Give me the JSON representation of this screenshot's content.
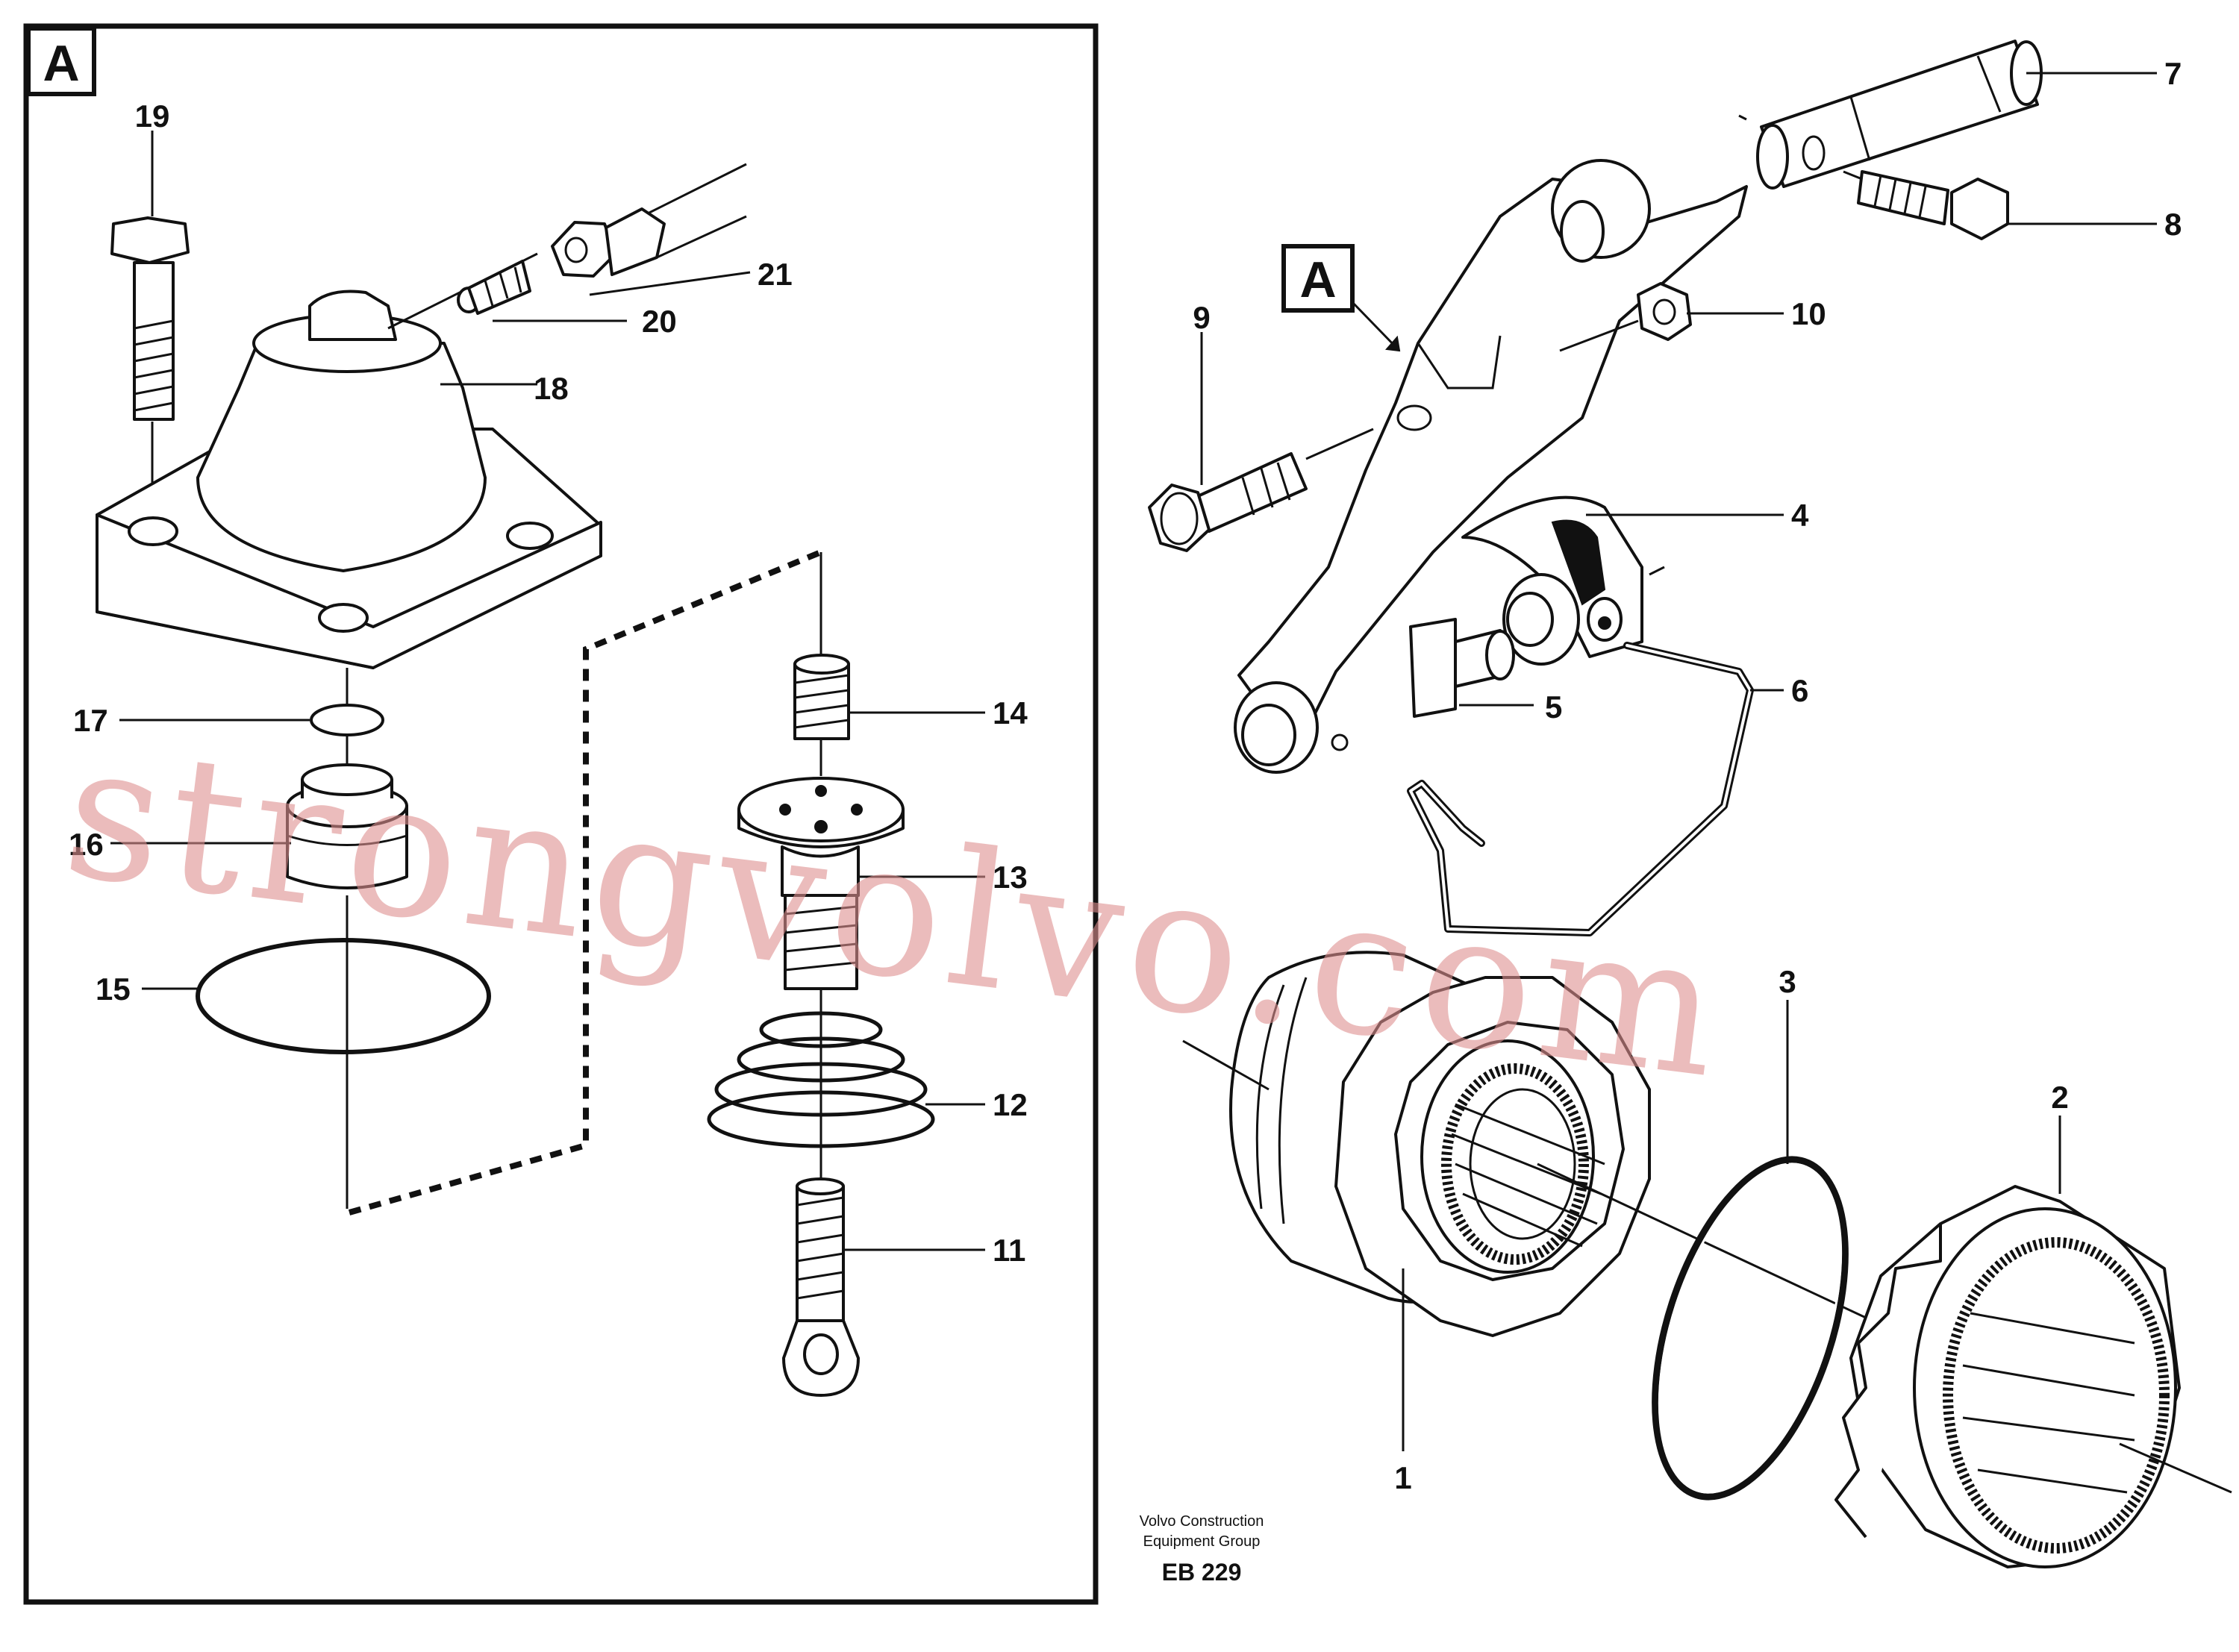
{
  "detail_box": {
    "letter": "A"
  },
  "detail_ref": {
    "letter": "A"
  },
  "callouts": [
    "1",
    "2",
    "3",
    "4",
    "5",
    "6",
    "7",
    "8",
    "9",
    "10",
    "11",
    "12",
    "13",
    "14",
    "15",
    "16",
    "17",
    "18",
    "19",
    "20",
    "21"
  ],
  "credit": {
    "line1": "Volvo Construction",
    "line2": "Equipment Group",
    "code": "EB 229"
  },
  "watermark": {
    "text": "strongvolvo.com",
    "color": "#dd8f8f"
  }
}
